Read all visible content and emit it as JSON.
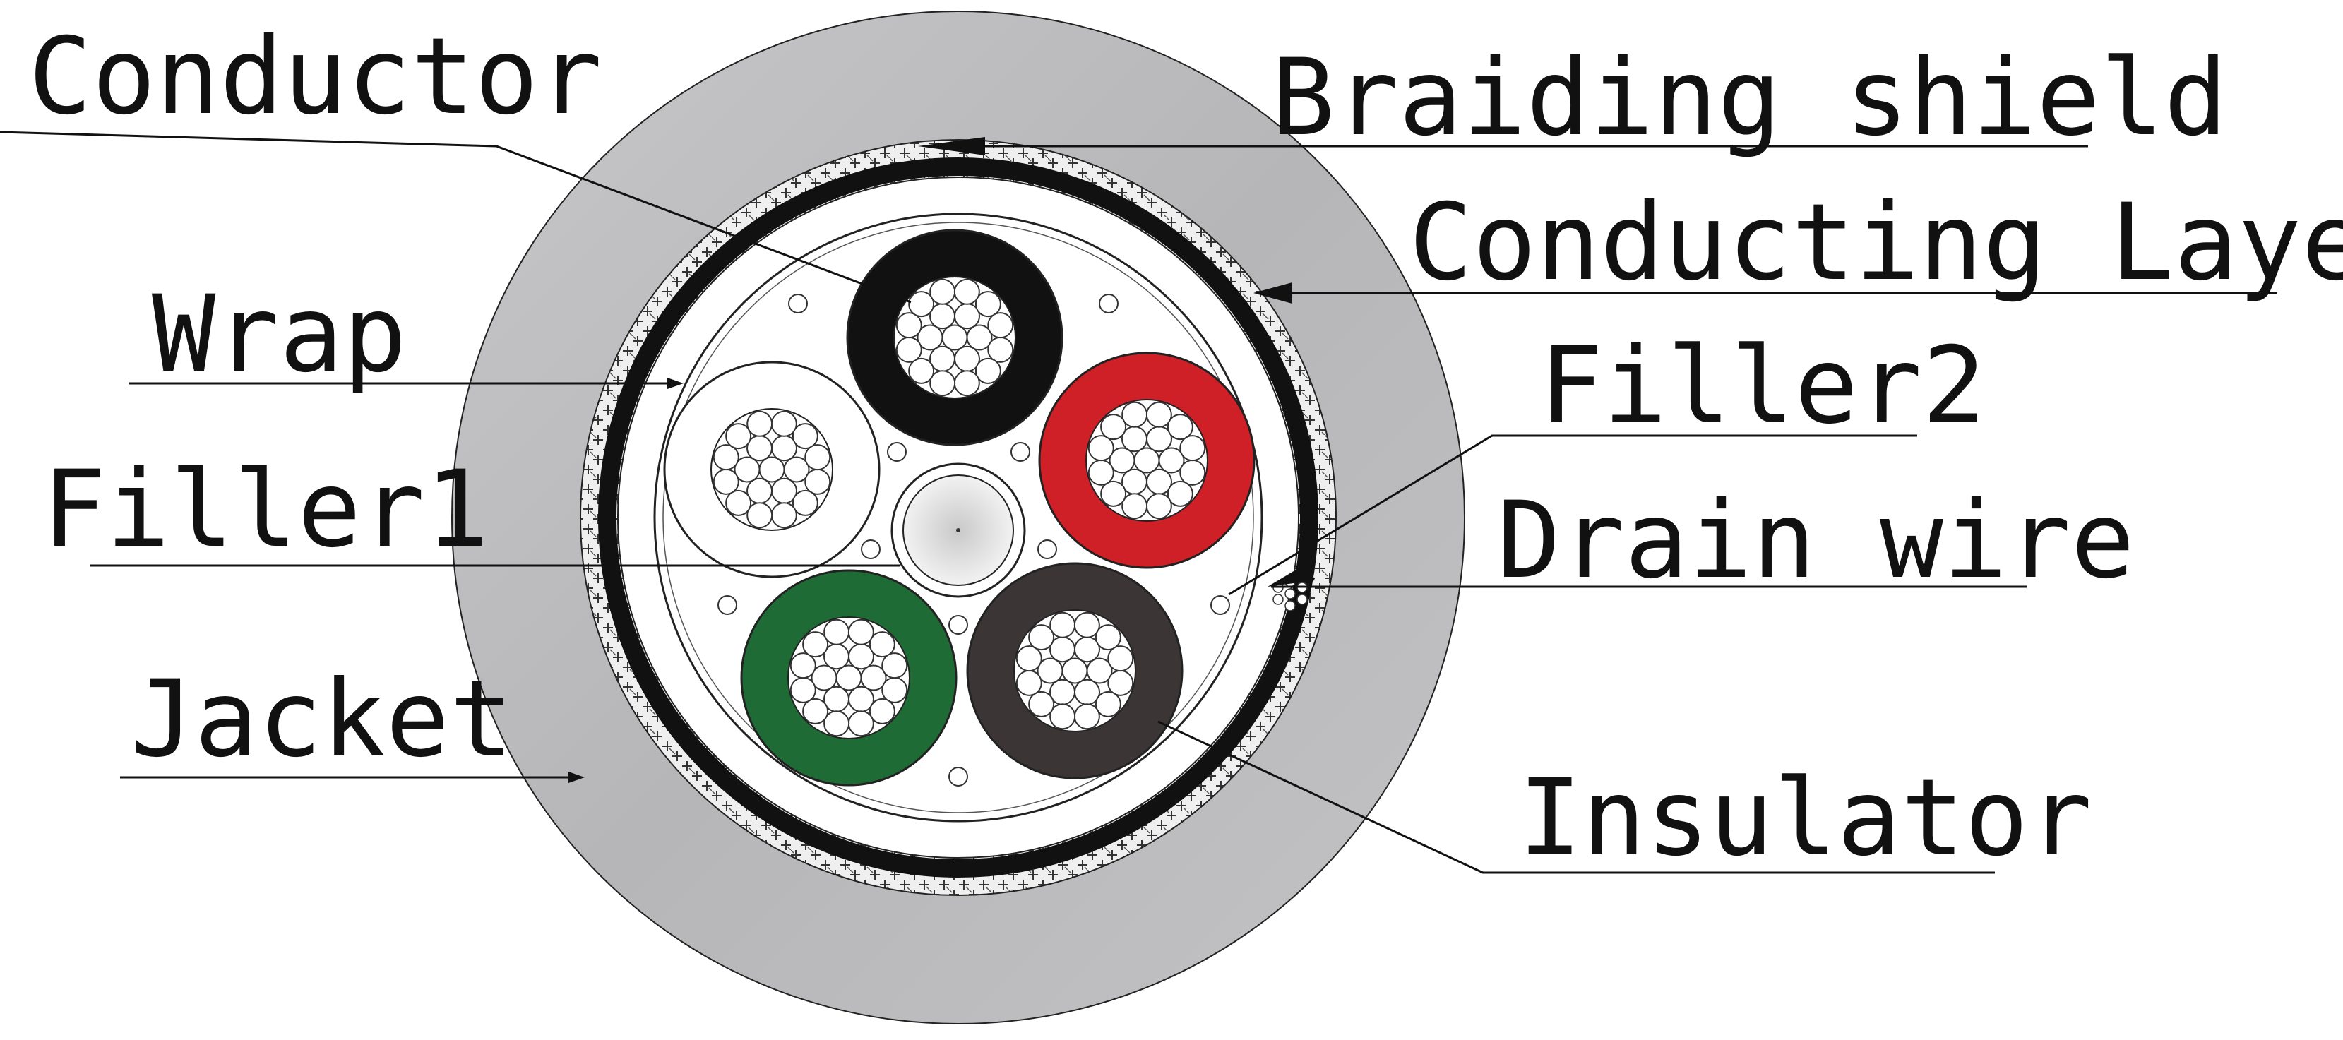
{
  "labels": {
    "conductor": "Conductor",
    "braiding_shield": "Braiding shield",
    "conducting_layer": "Conducting Layer",
    "wrap": "Wrap",
    "filler2": "Filler2",
    "filler1": "Filler1",
    "drain_wire": "Drain wire",
    "jacket": "Jacket",
    "insulator": "Insulator"
  },
  "colors": {
    "jacket": "#b9b9bb",
    "braid_background": "#efefef",
    "conducting_layer": "#111111",
    "insulator_black": "#111111",
    "insulator_white": "#ffffff",
    "insulator_red": "#d02027",
    "insulator_green": "#1f6b36",
    "insulator_dark_brown": "#3b3536",
    "center_filler": "#d9d9d9",
    "lines": "#111111"
  },
  "cores": [
    {
      "name": "black-core",
      "color": "black"
    },
    {
      "name": "white-core",
      "color": "white"
    },
    {
      "name": "red-core",
      "color": "red"
    },
    {
      "name": "green-core",
      "color": "green"
    },
    {
      "name": "dark-brown-core",
      "color": "dark brown"
    }
  ]
}
